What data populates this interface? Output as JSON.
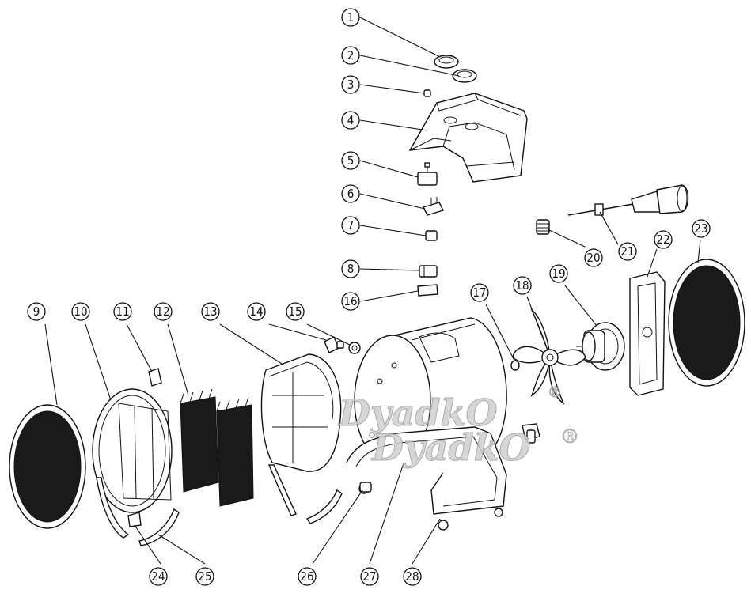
{
  "callouts": [
    {
      "num": "1"
    },
    {
      "num": "2"
    },
    {
      "num": "3"
    },
    {
      "num": "4"
    },
    {
      "num": "5"
    },
    {
      "num": "6"
    },
    {
      "num": "7"
    },
    {
      "num": "8"
    },
    {
      "num": "16"
    },
    {
      "num": "9"
    },
    {
      "num": "10"
    },
    {
      "num": "11"
    },
    {
      "num": "12"
    },
    {
      "num": "13"
    },
    {
      "num": "14"
    },
    {
      "num": "15"
    },
    {
      "num": "17"
    },
    {
      "num": "18"
    },
    {
      "num": "19"
    },
    {
      "num": "20"
    },
    {
      "num": "21"
    },
    {
      "num": "22"
    },
    {
      "num": "23"
    },
    {
      "num": "24"
    },
    {
      "num": "25"
    },
    {
      "num": "26"
    },
    {
      "num": "27"
    },
    {
      "num": "28"
    }
  ],
  "watermark": {
    "text_top": "DyadkO",
    "text_bottom": "DyadkO",
    "mark_top": "®",
    "mark_bottom": "®"
  }
}
